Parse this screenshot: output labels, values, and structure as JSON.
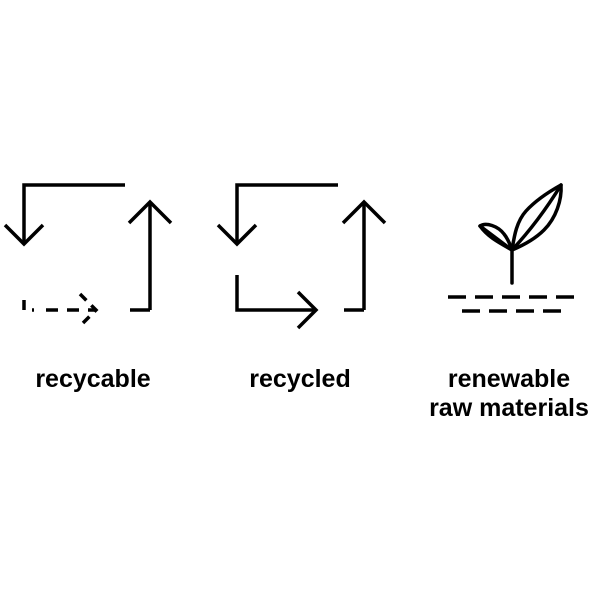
{
  "colors": {
    "stroke": "#000000",
    "background": "#ffffff"
  },
  "items": [
    {
      "icon": "recyclable-icon",
      "label_lines": [
        "recycable"
      ]
    },
    {
      "icon": "recycled-icon",
      "label_lines": [
        "recycled"
      ]
    },
    {
      "icon": "renewable-plant-icon",
      "label_lines": [
        "renewable",
        "raw materials"
      ]
    }
  ]
}
